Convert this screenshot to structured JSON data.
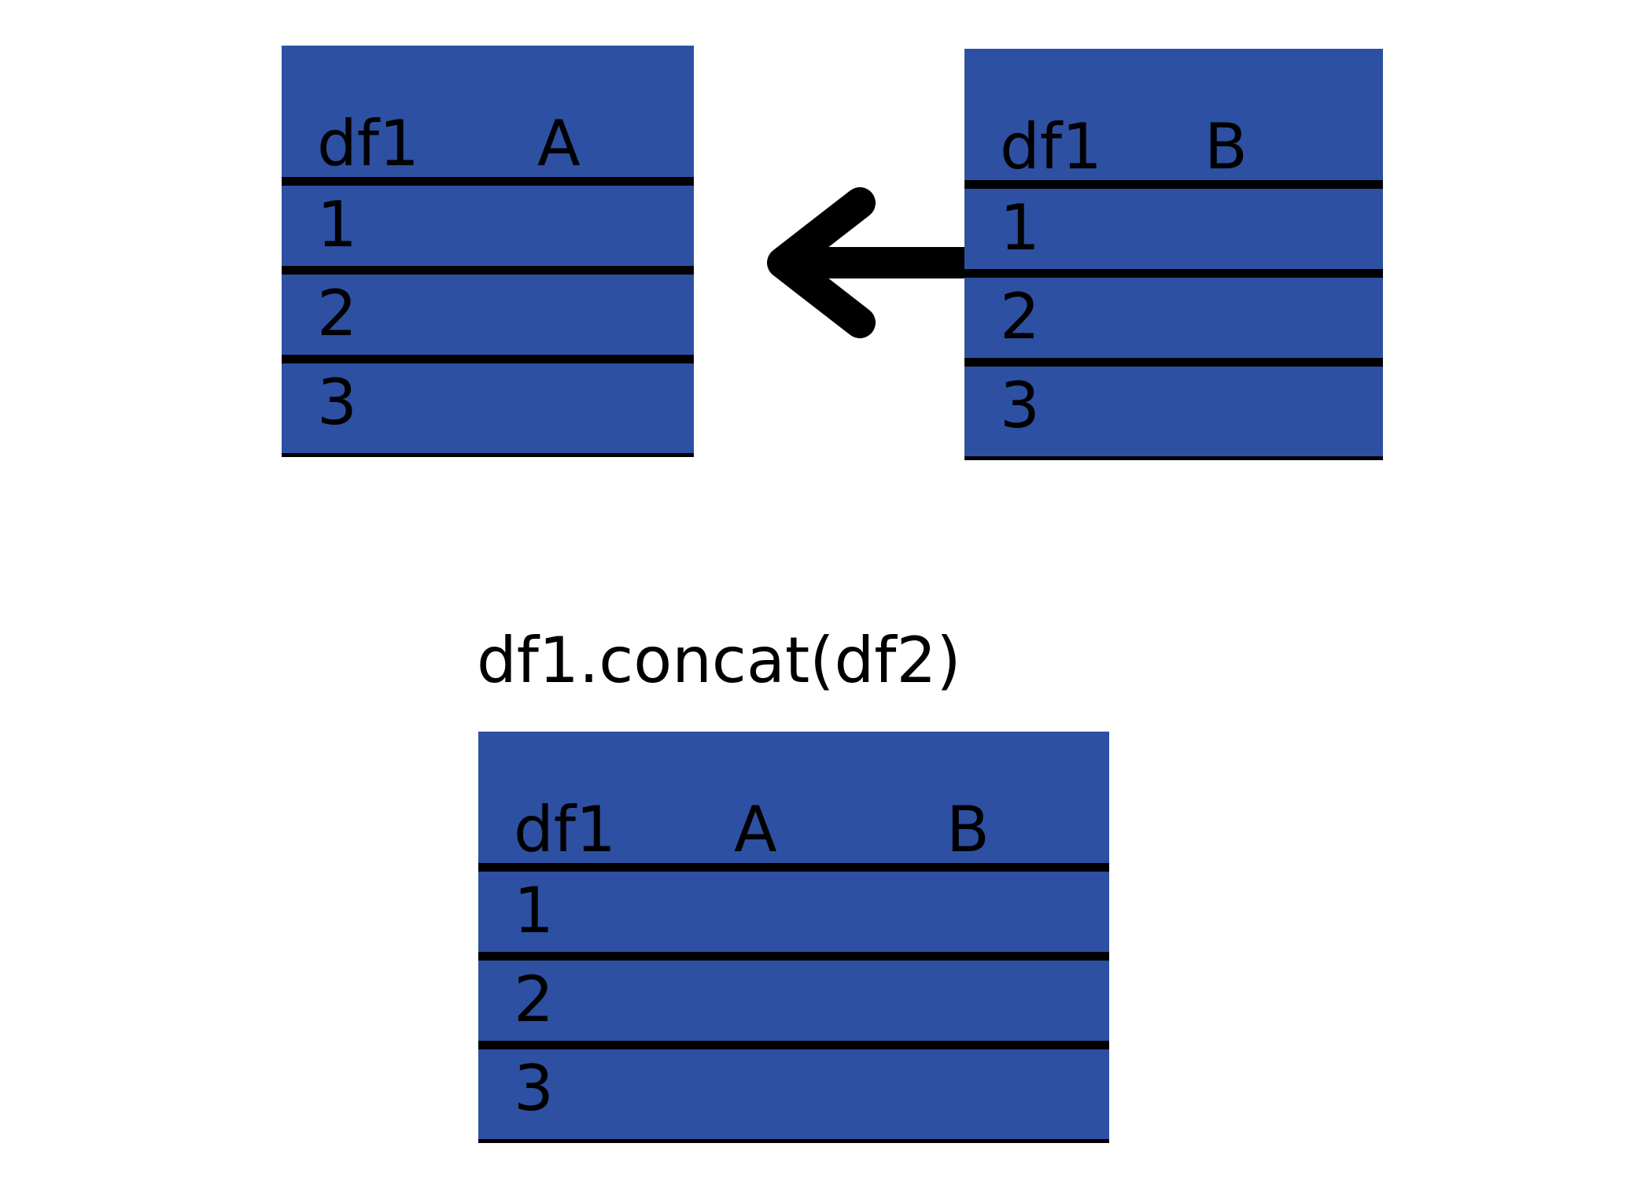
{
  "top_left_table": {
    "header": {
      "index_label": "df1",
      "col_a": "A"
    },
    "rows": [
      "1",
      "2",
      "3"
    ]
  },
  "top_right_table": {
    "header": {
      "index_label": "df1",
      "col_b": "B"
    },
    "rows": [
      "1",
      "2",
      "3"
    ]
  },
  "caption": "df1.concat(df2)",
  "result_table": {
    "header": {
      "index_label": "df1",
      "col_a": "A",
      "col_b": "B"
    },
    "rows": [
      "1",
      "2",
      "3"
    ]
  },
  "colors": {
    "table_fill": "#2d50a2",
    "lines_and_text": "#000000",
    "background": "#ffffff"
  },
  "arrow": {
    "icon": "arrow-left-icon",
    "direction": "left"
  }
}
